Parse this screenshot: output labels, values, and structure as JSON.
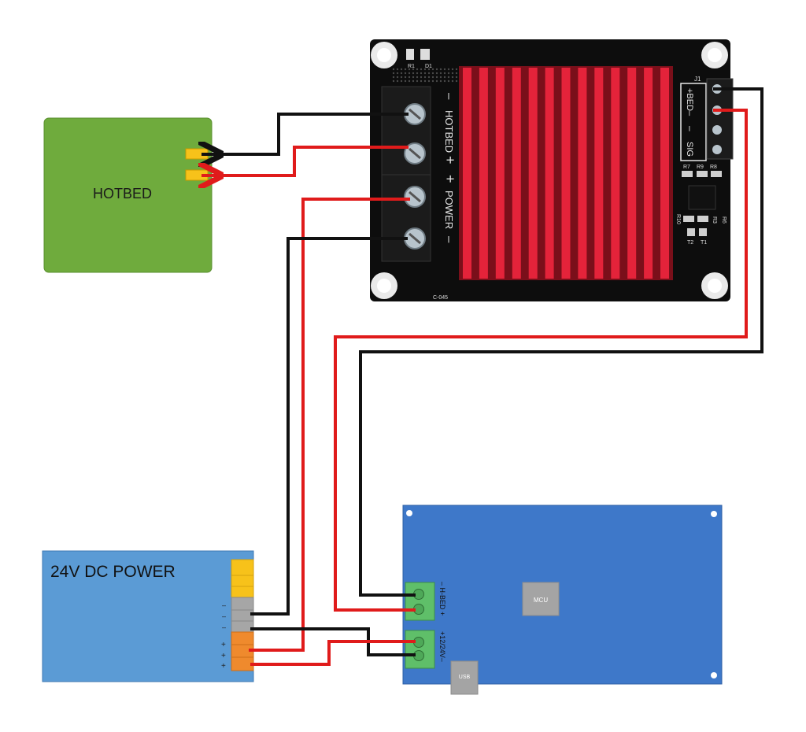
{
  "hotbed": {
    "label": "HOTBED",
    "color": "#6fab3d"
  },
  "psu": {
    "label": "24V DC POWER",
    "color": "#5b9bd5",
    "minus_marks": [
      "–",
      "–",
      "–"
    ],
    "plus_marks": [
      "+",
      "+",
      "+"
    ]
  },
  "mosfet": {
    "silkscreen": {
      "d1": "D1",
      "r1": "R1",
      "j1": "J1",
      "hotbed_text": "HOTBED",
      "power_text": "POWER",
      "bed_text": "+BED–",
      "sig_text": "SIG",
      "minus_sign": "–",
      "plus_sign": "+",
      "model": "C-045",
      "r7": "R7",
      "r8": "R8",
      "r9": "R9",
      "r10": "R10",
      "r3": "R3",
      "r6": "R6",
      "t1": "T1",
      "t2": "T2"
    },
    "heatsink_color": "#e4233a"
  },
  "mainboard": {
    "color": "#3e78c9",
    "mcu_label": "MCU",
    "usb_label": "USB",
    "hbed_label": "– H-BED +",
    "power_label": "+12/24V–"
  },
  "wire_colors": {
    "positive": "#e01b1b",
    "negative": "#111111"
  }
}
